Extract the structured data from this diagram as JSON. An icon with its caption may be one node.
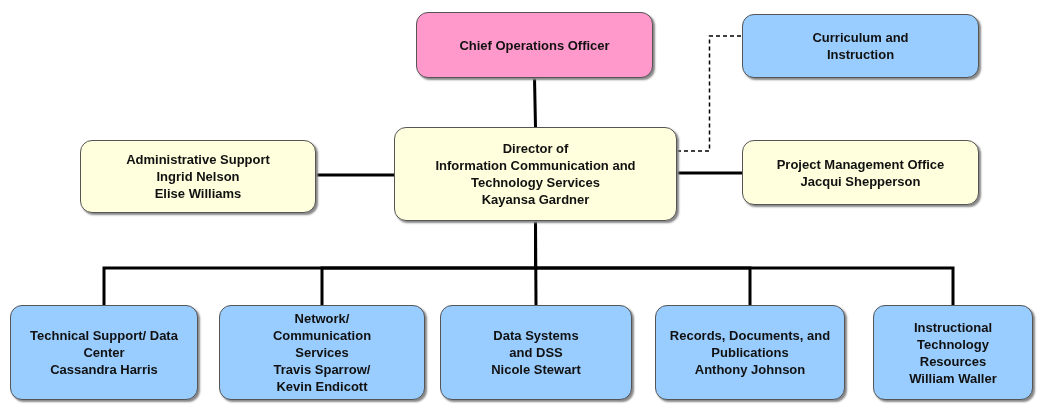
{
  "diagram": {
    "nodes": [
      {
        "text": [
          "Chief Operations Officer"
        ]
      },
      {
        "text": [
          "Curriculum and Instruction"
        ]
      },
      {
        "text": [
          "Administrative Support",
          "Ingrid Nelson",
          "Elise Williams"
        ]
      },
      {
        "text": [
          "Director of",
          "Information Communication and",
          "Technology Services",
          "Kayansa Gardner"
        ]
      },
      {
        "text": [
          "Project Management Office",
          "Jacqui Shepperson"
        ]
      },
      {
        "text": [
          "Technical Support/ Data Center",
          "Cassandra Harris"
        ]
      },
      {
        "text": [
          "Network/ Communication Services",
          "Travis Sparrow/ Kevin Endicott"
        ]
      },
      {
        "text": [
          "Data Systems and DSS",
          "Nicole Stewart"
        ]
      },
      {
        "text": [
          "Records, Documents, and Publications",
          "Anthony Johnson"
        ]
      },
      {
        "text": [
          "Instructional Technology Resources",
          "William Waller"
        ]
      }
    ],
    "edges": [
      {
        "from": 0,
        "to": 3,
        "arrow": "none"
      },
      {
        "from": 3,
        "to": 1,
        "arrow": "none",
        "style": "dashed"
      },
      {
        "from": 2,
        "to": 3,
        "arrow": "none"
      },
      {
        "from": 3,
        "to": 4,
        "arrow": "none"
      },
      {
        "from": 3,
        "to": 5,
        "arrow": "none"
      },
      {
        "from": 3,
        "to": 6,
        "arrow": "none"
      },
      {
        "from": 3,
        "to": 7,
        "arrow": "none"
      },
      {
        "from": 3,
        "to": 8,
        "arrow": "none"
      },
      {
        "from": 3,
        "to": 9,
        "arrow": "none"
      }
    ]
  }
}
